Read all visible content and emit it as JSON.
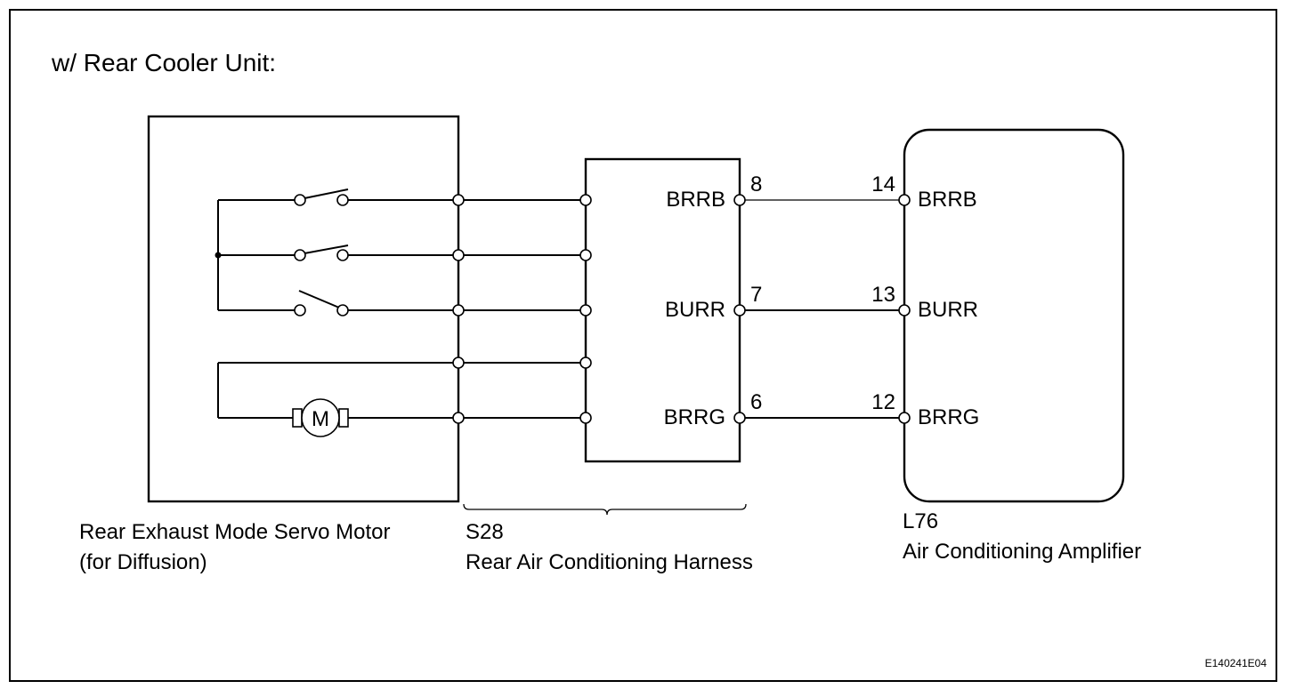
{
  "heading": "w/ Rear Cooler Unit:",
  "figure_id": "E140241E04",
  "components": {
    "servo_motor": {
      "name_line1": "Rear Exhaust Mode Servo Motor",
      "name_line2": "(for Diffusion)",
      "motor_symbol": "M"
    },
    "harness": {
      "code": "S28",
      "name": "Rear Air Conditioning Harness",
      "pins": [
        {
          "label": "BRRB",
          "pin": "8"
        },
        {
          "label": "BURR",
          "pin": "7"
        },
        {
          "label": "BRRG",
          "pin": "6"
        }
      ]
    },
    "amplifier": {
      "code": "L76",
      "name": "Air Conditioning Amplifier",
      "pins": [
        {
          "label": "BRRB",
          "pin": "14"
        },
        {
          "label": "BURR",
          "pin": "13"
        },
        {
          "label": "BRRG",
          "pin": "12"
        }
      ]
    }
  }
}
